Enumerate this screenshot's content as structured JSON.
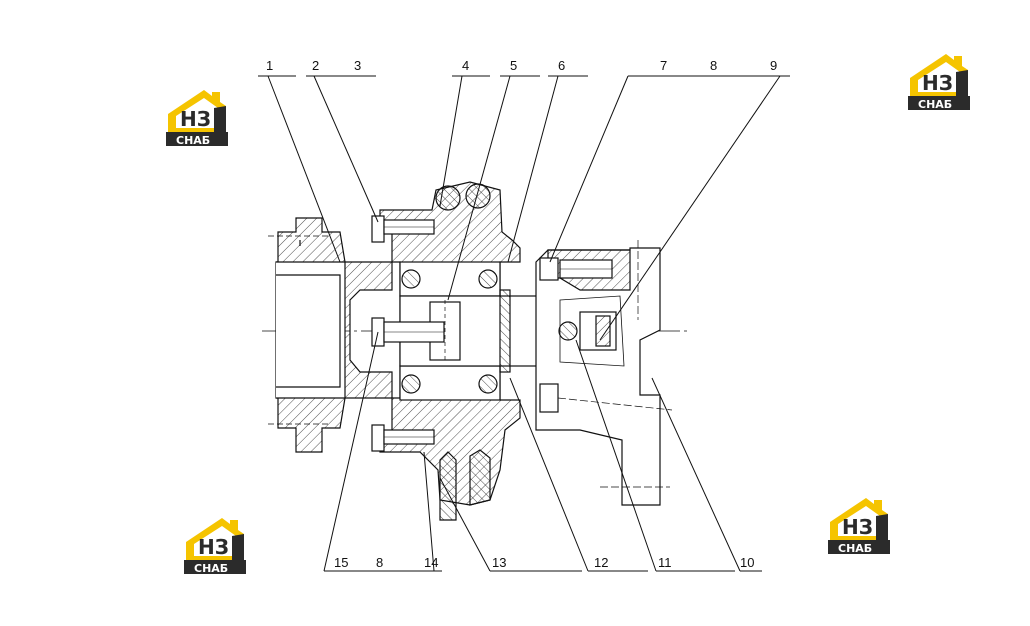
{
  "diagram": {
    "part_labels_top": [
      "1",
      "2",
      "3",
      "4",
      "5",
      "6",
      "7",
      "8",
      "9"
    ],
    "part_labels_bottom": [
      "15",
      "8",
      "14",
      "13",
      "12",
      "11",
      "10"
    ]
  },
  "watermark": {
    "logo_letters": "НЗ",
    "logo_text": "СНАБ",
    "brand_color": "#f5c400",
    "dark_color": "#2b2b2b"
  }
}
